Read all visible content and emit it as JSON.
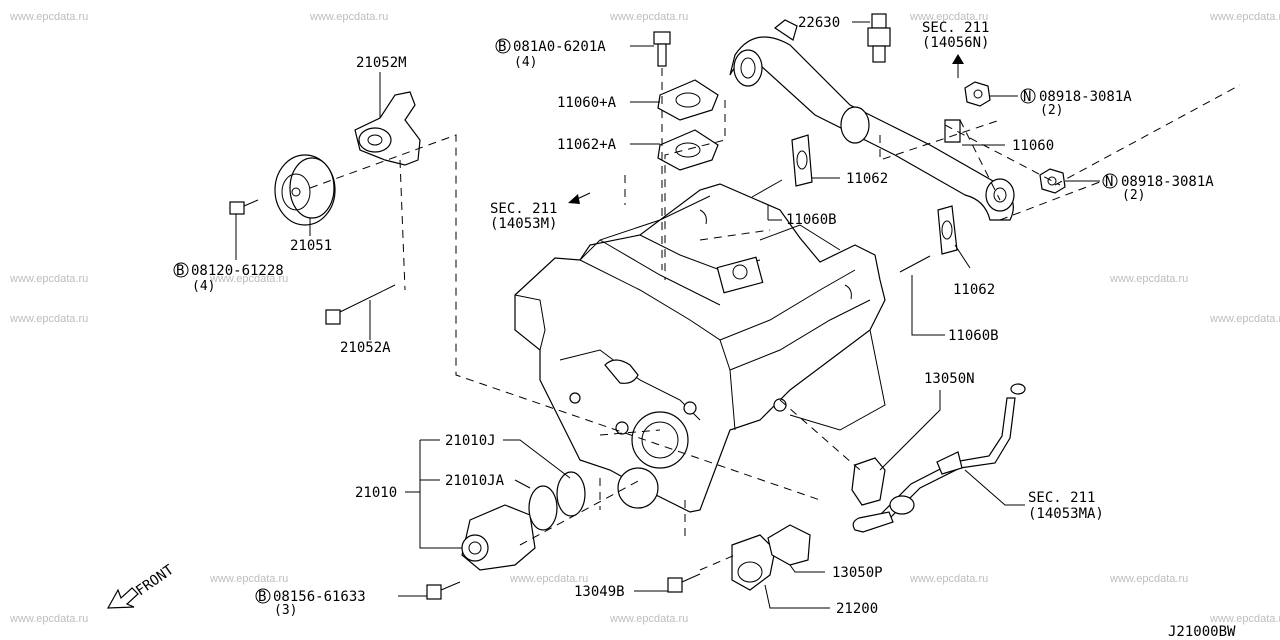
{
  "watermark": "www.epcdata.ru",
  "drawing_code": "J21000BW",
  "front_label": "FRONT",
  "parts": {
    "p21052M": "21052M",
    "p21051": "21051",
    "p08120": "08120-61228",
    "p08120_qty": "(4)",
    "p21052A": "21052A",
    "p081A0": "081A0-6201A",
    "p081A0_qty": "(4)",
    "p11060A": "11060+A",
    "p11062A": "11062+A",
    "p22630": "22630",
    "p11062a": "11062",
    "p11060Ba": "11060B",
    "p11062b": "11062",
    "p11060Bb": "11060B",
    "p11060": "11060",
    "p08918a": "08918-3081A",
    "p08918a_qty": "(2)",
    "p08918b": "08918-3081A",
    "p08918b_qty": "(2)",
    "p13050N": "13050N",
    "p21010J": "21010J",
    "p21010JA": "21010JA",
    "p21010": "21010",
    "p08156": "08156-61633",
    "p08156_qty": "(3)",
    "p13049B": "13049B",
    "p13050P": "13050P",
    "p21200": "21200"
  },
  "sections": {
    "sec_top_line1": "SEC. 211",
    "sec_top_line2": "(14056N)",
    "sec_left_line1": "SEC. 211",
    "sec_left_line2": "(14053M)",
    "sec_right_line1": "SEC. 211",
    "sec_right_line2": "(14053MA)"
  },
  "prefix_markers": {
    "bolt": "B",
    "nut": "N"
  }
}
